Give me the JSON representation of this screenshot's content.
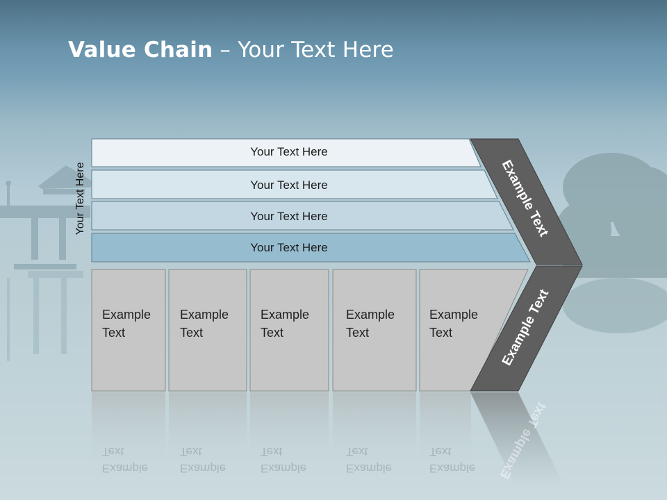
{
  "slide": {
    "title_bold": "Value Chain",
    "title_rest": " – Your Text Here",
    "vertical_label": "Your Text Here",
    "rows": [
      {
        "label": "Your Text Here"
      },
      {
        "label": "Your Text Here"
      },
      {
        "label": "Your Text Here"
      },
      {
        "label": "Your Text Here"
      }
    ],
    "boxes": [
      {
        "line1": "Example",
        "line2": "Text"
      },
      {
        "line1": "Example",
        "line2": "Text"
      },
      {
        "line1": "Example",
        "line2": "Text"
      },
      {
        "line1": "Example",
        "line2": "Text"
      },
      {
        "line1": "Example",
        "line2": "Text"
      }
    ],
    "arrow_top_label": "Example Text",
    "arrow_bottom_label": "Example Text"
  },
  "colors": {
    "row_fill_1": "#ecf2f5",
    "row_fill_2": "#d8e6ed",
    "row_fill_3": "#c2d7e2",
    "row_fill_4": "#96bccf",
    "box_fill": "#c6c6c6",
    "arrow_fill": "#5f5f5f"
  }
}
